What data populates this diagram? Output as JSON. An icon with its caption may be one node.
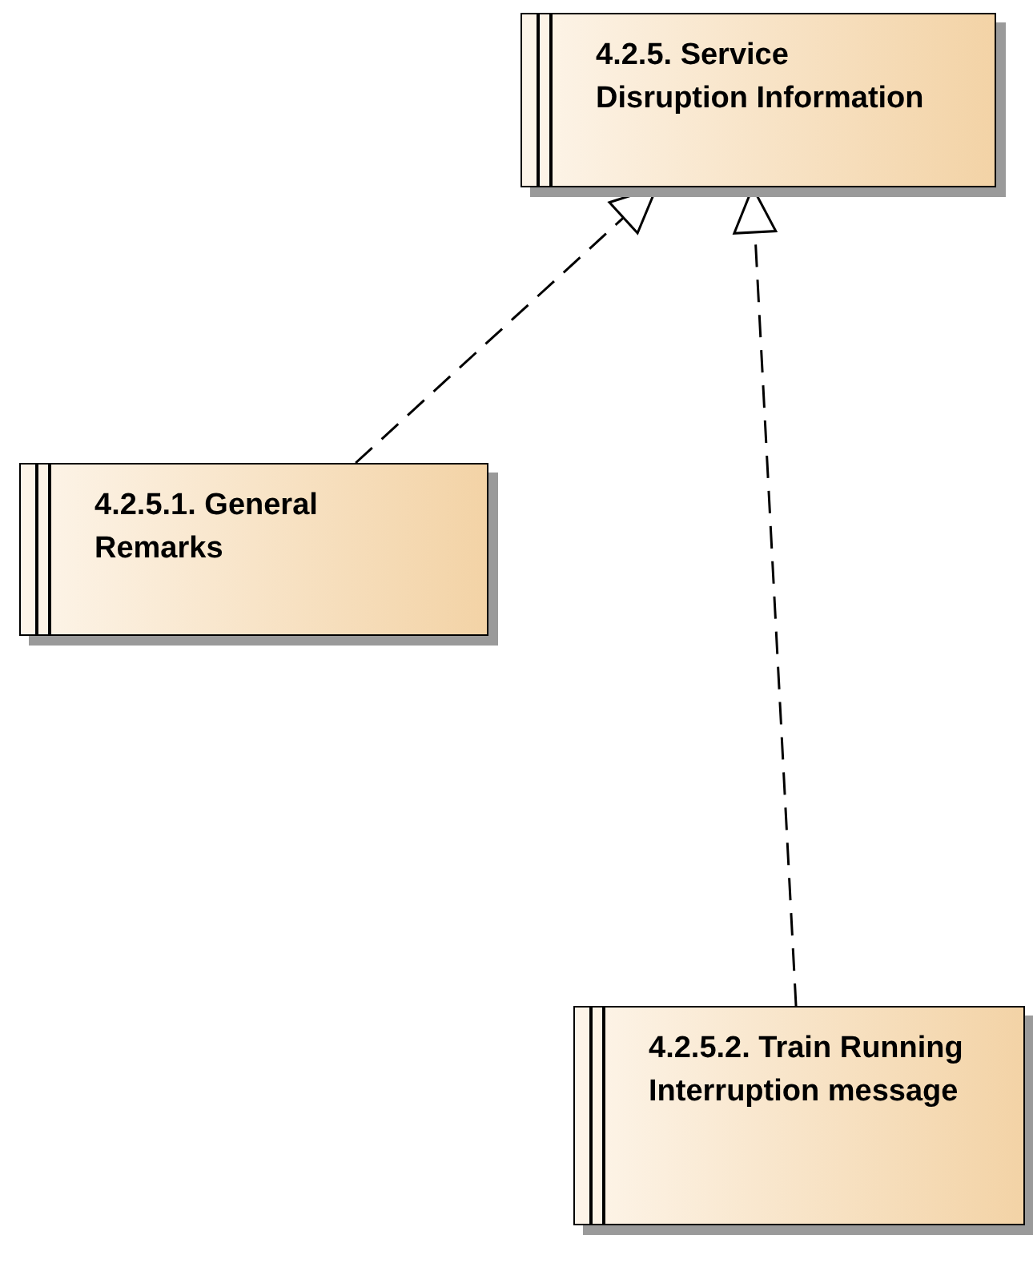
{
  "diagram": {
    "nodes": [
      {
        "text": [
          "4.2.5. Service Disruption Information"
        ]
      },
      {
        "text": [
          "4.2.5.1. General Remarks"
        ]
      },
      {
        "text": [
          "4.2.5.2. Train Running Interruption message"
        ]
      }
    ],
    "edges": [
      {
        "from": 1,
        "to": 0,
        "arrow": "to",
        "style": "dashed"
      },
      {
        "from": 2,
        "to": 0,
        "arrow": "to",
        "style": "dashed"
      }
    ]
  }
}
